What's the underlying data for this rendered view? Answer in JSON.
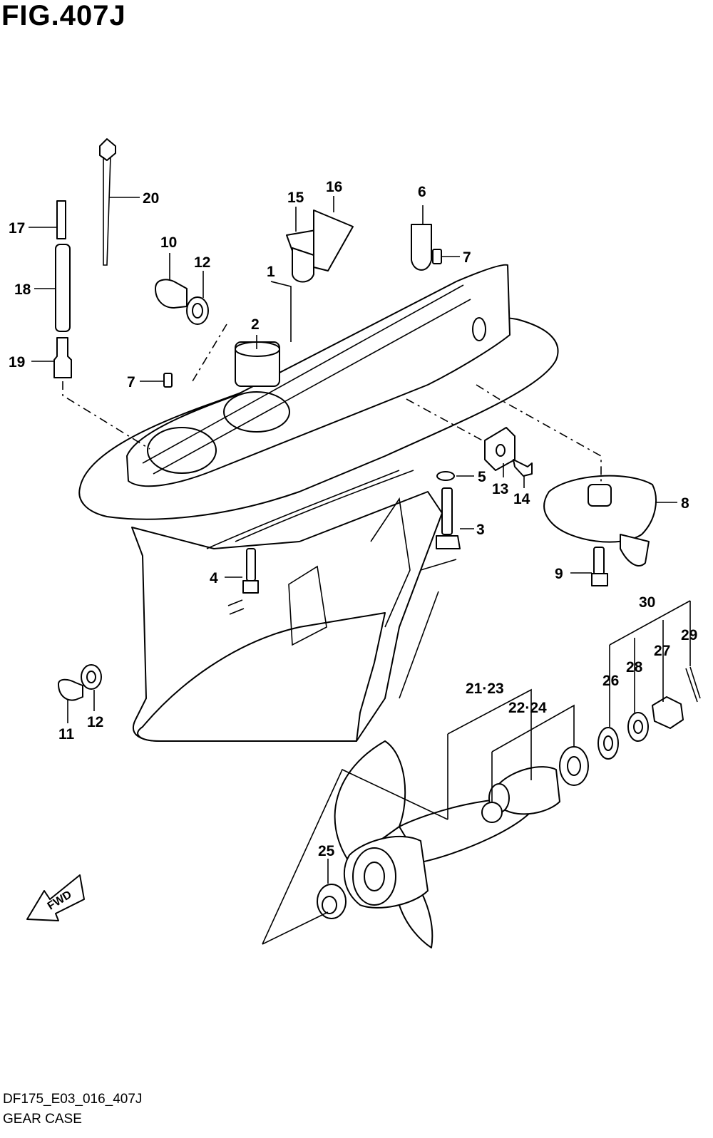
{
  "figure": {
    "title": "FIG.407J",
    "drawing_code": "DF175_E03_016_407J",
    "drawing_name": "GEAR CASE",
    "direction_arrow_label": "FWD"
  },
  "callouts": {
    "c1": "1",
    "c2": "2",
    "c3": "3",
    "c4": "4",
    "c5": "5",
    "c6": "6",
    "c7a": "7",
    "c7b": "7",
    "c8": "8",
    "c9": "9",
    "c10": "10",
    "c11": "11",
    "c12a": "12",
    "c12b": "12",
    "c13": "13",
    "c14": "14",
    "c15": "15",
    "c16": "16",
    "c17": "17",
    "c18": "18",
    "c19": "19",
    "c20": "20",
    "c21_23": "21·23",
    "c22_24": "22·24",
    "c25": "25",
    "c26": "26",
    "c27": "27",
    "c28": "28",
    "c29": "29",
    "c30": "30"
  }
}
